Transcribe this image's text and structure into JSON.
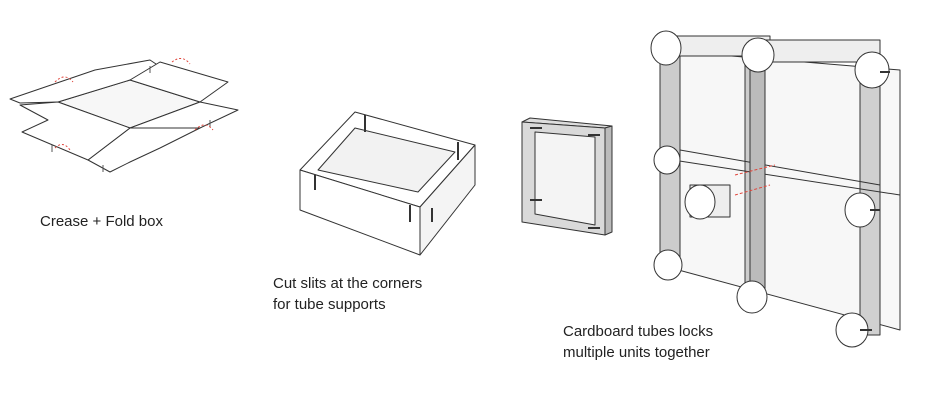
{
  "steps": [
    {
      "caption_lines": [
        "Crease + Fold box"
      ]
    },
    {
      "caption_lines": [
        "Cut slits at the corners",
        "for tube supports"
      ]
    },
    {
      "caption_lines": [
        "Cardboard tubes locks",
        "multiple units together"
      ]
    }
  ],
  "colors": {
    "line": "#333333",
    "panel": "#ffffff",
    "shade": "#d9d9d9",
    "dark": "#bdbdbd",
    "arrow": "#e0443a"
  }
}
